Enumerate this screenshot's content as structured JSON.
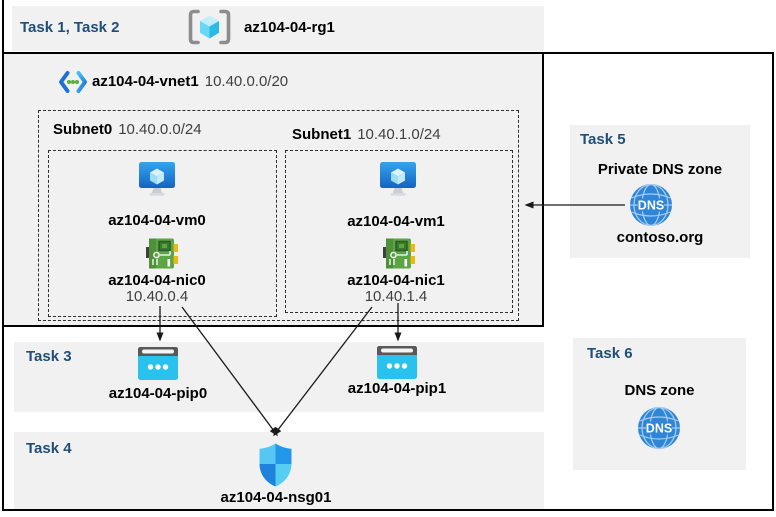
{
  "header": {
    "tasks_label": "Task 1, Task 2",
    "resource_group": "az104-04-rg1"
  },
  "vnet": {
    "name": "az104-04-vnet1",
    "cidr": "10.40.0.0/20"
  },
  "subnets": [
    {
      "name": "Subnet0",
      "cidr": "10.40.0.0/24",
      "vm": "az104-04-vm0",
      "nic": "az104-04-nic0",
      "ip": "10.40.0.4"
    },
    {
      "name": "Subnet1",
      "cidr": "10.40.1.0/24",
      "vm": "az104-04-vm1",
      "nic": "az104-04-nic1",
      "ip": "10.40.1.4"
    }
  ],
  "task3": {
    "label": "Task 3",
    "pips": [
      "az104-04-pip0",
      "az104-04-pip1"
    ]
  },
  "task4": {
    "label": "Task 4",
    "nsg": "az104-04-nsg01"
  },
  "task5": {
    "label": "Task 5",
    "title": "Private DNS zone",
    "zone_name": "contoso.org"
  },
  "task6": {
    "label": "Task 6",
    "title": "DNS zone"
  },
  "icons": {
    "resource_group": "resource-group-icon",
    "virtual_network": "vnet-icon",
    "virtual_machine": "vm-icon",
    "network_interface": "nic-icon",
    "public_ip": "public-ip-icon",
    "network_security_group": "nsg-shield-icon",
    "dns": "dns-globe-icon",
    "dns_text": "DNS"
  },
  "colors": {
    "task_label": "#1F4E79",
    "panel_gray": "#F1F1F2",
    "frame_border": "#000000",
    "vm_blue": "#1B79D6",
    "nic_green": "#5BA544",
    "pip_cyan": "#29C2EE",
    "dns_blue": "#2F86D6",
    "shield_blue": "#2397EA",
    "cube_cyan": "#29BAE8",
    "vnet_chevron_blue": "#1F6FD4",
    "vnet_dot_green": "#5CAE3E"
  }
}
